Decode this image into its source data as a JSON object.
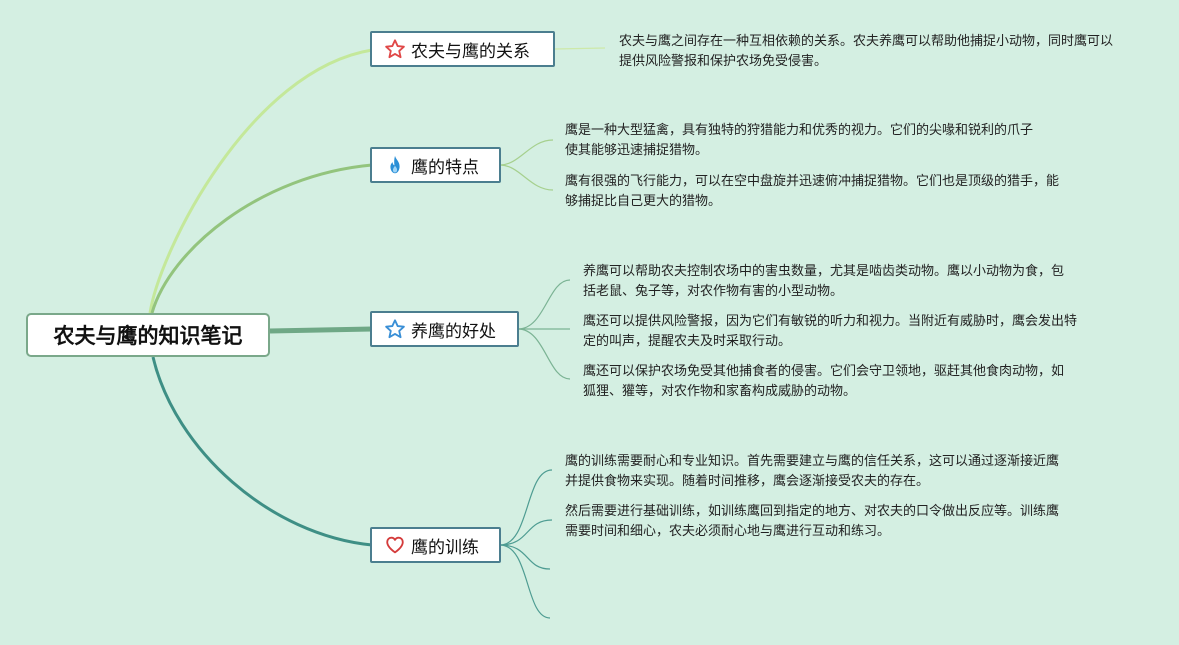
{
  "root": {
    "title": "农夫与鹰的知识笔记"
  },
  "branches": [
    {
      "label": "农夫与鹰的关系",
      "icon": "star-outline-red-icon",
      "notes": [
        "农夫与鹰之间存在一种互相依赖的关系。农夫养鹰可以帮助他捕捉小动物，同时鹰可以提供风险警报和保护农场免受侵害。"
      ]
    },
    {
      "label": "鹰的特点",
      "icon": "flame-icon",
      "notes": [
        "鹰是一种大型猛禽，具有独特的狩猎能力和优秀的视力。它们的尖喙和锐利的爪子使其能够迅速捕捉猎物。",
        "鹰有很强的飞行能力，可以在空中盘旋并迅速俯冲捕捉猎物。它们也是顶级的猎手，能够捕捉比自己更大的猎物。"
      ]
    },
    {
      "label": "养鹰的好处",
      "icon": "star-outline-blue-icon",
      "notes": [
        "养鹰可以帮助农夫控制农场中的害虫数量，尤其是啮齿类动物。鹰以小动物为食，包括老鼠、兔子等，对农作物有害的小型动物。",
        "鹰还可以提供风险警报，因为它们有敏锐的听力和视力。当附近有威胁时，鹰会发出特定的叫声，提醒农夫及时采取行动。",
        "鹰还可以保护农场免受其他捕食者的侵害。它们会守卫领地，驱赶其他食肉动物，如狐狸、獾等，对农作物和家畜构成威胁的动物。"
      ]
    },
    {
      "label": "鹰的训练",
      "icon": "heart-outline-icon",
      "notes": [
        "鹰的训练需要耐心和专业知识。首先需要建立与鹰的信任关系，这可以通过逐渐接近鹰并提供食物来实现。随着时间推移，鹰会逐渐接受农夫的存在。",
        "然后需要进行基础训练，如训练鹰回到指定的地方、对农夫的口令做出反应等。训练鹰需要时间和细心，农夫必须耐心地与鹰进行互动和练习。",
        "",
        ""
      ]
    }
  ],
  "colors": {
    "background": "#d4efe2",
    "branch1": "#c4e89a",
    "branch2": "#93c47d",
    "branch3": "#6fa886",
    "branch4": "#3e8f85",
    "star_red": "#e04848",
    "flame_blue": "#2b8fd6",
    "star_blue": "#3a8fd6",
    "heart_red": "#d43b3b"
  }
}
